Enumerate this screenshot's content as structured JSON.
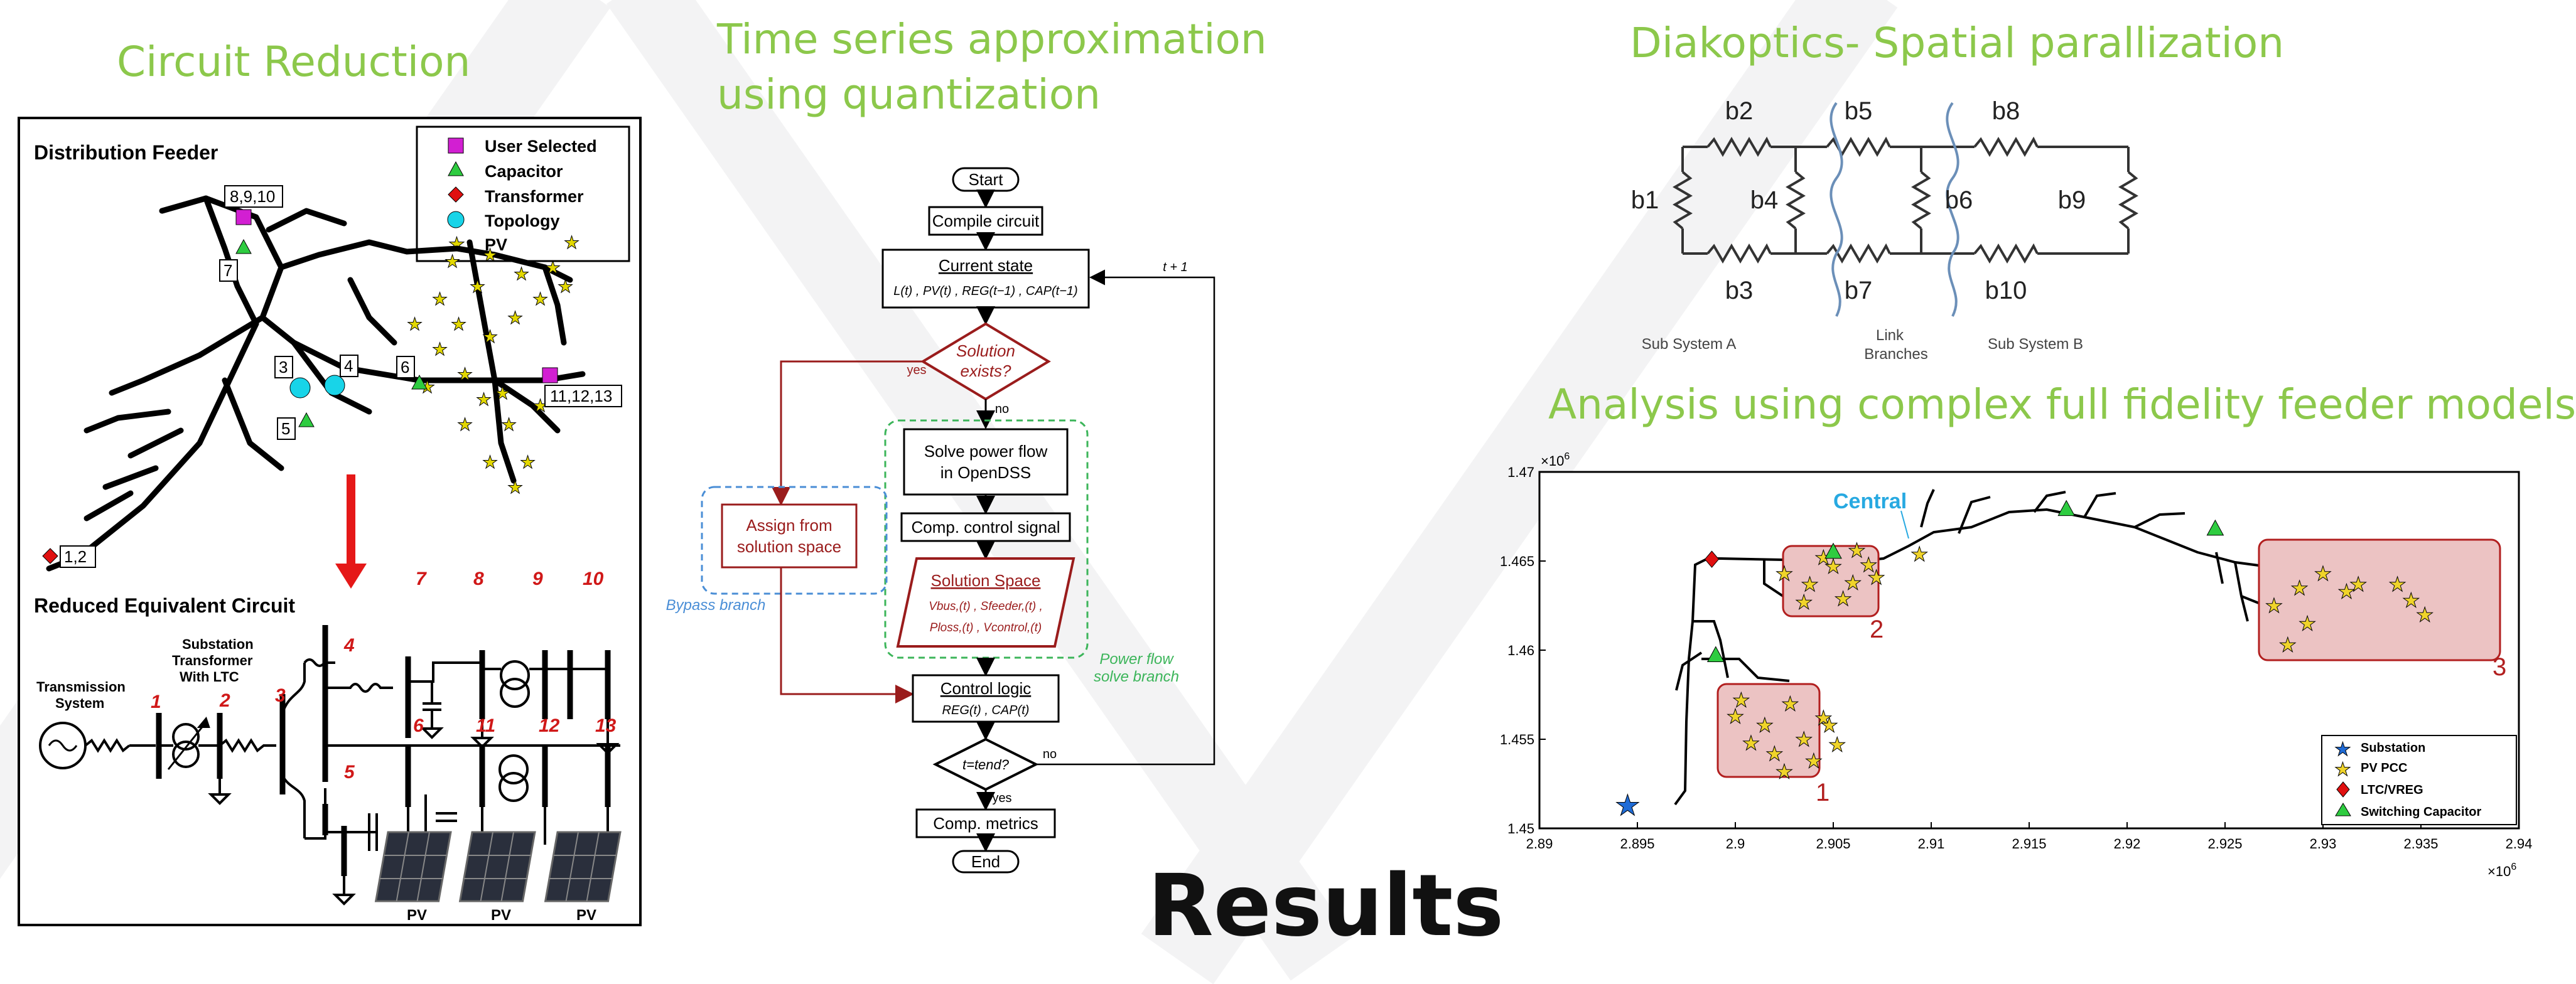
{
  "headings": {
    "circuit_reduction": "Circuit Reduction",
    "time_series_line1": "Time series approximation",
    "time_series_line2": "using quantization",
    "diakoptics": "Diakoptics- Spatial parallization",
    "analysis": "Analysis using complex full fidelity feeder models",
    "results": "Results"
  },
  "circuit": {
    "distribution_title": "Distribution Feeder",
    "legend": {
      "user_selected": "User Selected",
      "capacitor": "Capacitor",
      "transformer": "Transformer",
      "topology": "Topology",
      "pv": "PV"
    },
    "tags": {
      "t8910": "8,9,10",
      "t7": "7",
      "t3": "3",
      "t4": "4",
      "t5": "5",
      "t6": "6",
      "t111213": "11,12,13",
      "t12": "1,2"
    },
    "reduced_title": "Reduced Equivalent Circuit",
    "substation_label": "Substation Transformer With LTC",
    "transmission_label": "Transmission System",
    "nodes": [
      "1",
      "2",
      "3",
      "4",
      "5",
      "6",
      "7",
      "8",
      "9",
      "10",
      "11",
      "12",
      "13"
    ],
    "pv_label": "PV"
  },
  "flow": {
    "start": "Start",
    "compile": "Compile circuit",
    "current_state_title": "Current state",
    "current_state_vars": "L(t) , PV(t) , REG(t−1) , CAP(t−1)",
    "t_plus_1": "t + 1",
    "solution_exists_1": "Solution",
    "solution_exists_2": "exists?",
    "yes": "yes",
    "no": "no",
    "solve_pf_1": "Solve power flow",
    "solve_pf_2": "in OpenDSS",
    "comp_control": "Comp. control signal",
    "assign_1": "Assign from",
    "assign_2": "solution space",
    "bypass": "Bypass branch",
    "solution_space_title": "Solution Space",
    "ss_line1": "Vbus,(t) , Sfeeder,(t) ,",
    "ss_line2": "Ploss,(t) , Vcontrol,(t)",
    "pf_solve_1": "Power flow",
    "pf_solve_2": "solve branch",
    "control_logic_title": "Control logic",
    "control_logic_vars": "REG(t) , CAP(t)",
    "t_end": "t=tend?",
    "yes2": "yes",
    "no2": "no",
    "comp_metrics": "Comp. metrics",
    "end": "End"
  },
  "diakoptics": {
    "b1": "b1",
    "b2": "b2",
    "b3": "b3",
    "b4": "b4",
    "b5": "b5",
    "b6": "b6",
    "b7": "b7",
    "b8": "b8",
    "b9": "b9",
    "b10": "b10",
    "sub_a": "Sub System A",
    "link_1": "Link",
    "link_2": "Branches",
    "sub_b": "Sub System B"
  },
  "chart_data": {
    "type": "scatter",
    "title": "",
    "xlim": [
      2.89,
      2.94
    ],
    "ylim": [
      1.45,
      1.47
    ],
    "x_ticks": [
      "2.89",
      "2.895",
      "2.9",
      "2.905",
      "2.91",
      "2.915",
      "2.92",
      "2.925",
      "2.93",
      "2.935",
      "2.94"
    ],
    "y_ticks": [
      "1.45",
      "1.455",
      "1.46",
      "1.465",
      "1.47"
    ],
    "x_exponent": "×10⁶",
    "y_exponent": "×10⁶",
    "x_exponent_label": "6",
    "y_exponent_label": "6",
    "annotation_central": "Central",
    "regions": [
      "1",
      "2",
      "3"
    ],
    "legend": {
      "substation": "Substation",
      "pv_pcc": "PV PCC",
      "ltc_vreg": "LTC/VREG",
      "switching_capacitor": "Switching Capacitor"
    },
    "markers": {
      "substation": [
        [
          2.8945,
          1.4513
        ]
      ],
      "ltc_vreg": [
        [
          2.8988,
          1.4651
        ]
      ],
      "switching_capacitor": [
        [
          2.899,
          1.4597
        ],
        [
          2.905,
          1.4655
        ],
        [
          2.9169,
          1.4679
        ],
        [
          2.9245,
          1.4668
        ]
      ],
      "central_pv": [
        [
          2.9094,
          1.4654
        ]
      ],
      "pv_region1": [
        [
          2.9,
          1.4563
        ],
        [
          2.9015,
          1.4558
        ],
        [
          2.902,
          1.4542
        ],
        [
          2.9035,
          1.455
        ],
        [
          2.9045,
          1.4562
        ],
        [
          2.9028,
          1.457
        ],
        [
          2.9008,
          1.4548
        ],
        [
          2.904,
          1.4538
        ],
        [
          2.9052,
          1.4547
        ],
        [
          2.9003,
          1.4572
        ],
        [
          2.9025,
          1.4532
        ],
        [
          2.9048,
          1.4558
        ]
      ],
      "pv_region2": [
        [
          2.9025,
          1.4643
        ],
        [
          2.9038,
          1.4637
        ],
        [
          2.905,
          1.4647
        ],
        [
          2.906,
          1.4638
        ],
        [
          2.9068,
          1.4648
        ],
        [
          2.9055,
          1.4629
        ],
        [
          2.9035,
          1.4627
        ],
        [
          2.9045,
          1.4652
        ],
        [
          2.9062,
          1.4656
        ],
        [
          2.9072,
          1.4641
        ]
      ],
      "pv_region3": [
        [
          2.9275,
          1.4625
        ],
        [
          2.9288,
          1.4635
        ],
        [
          2.93,
          1.4643
        ],
        [
          2.9318,
          1.4637
        ],
        [
          2.9338,
          1.4637
        ],
        [
          2.9345,
          1.4628
        ],
        [
          2.9292,
          1.4615
        ],
        [
          2.9282,
          1.4603
        ],
        [
          2.9312,
          1.4633
        ],
        [
          2.9352,
          1.462
        ]
      ]
    }
  },
  "colors": {
    "heading_green": "#8cc84b",
    "flow_red": "#9a1c1c",
    "bypass_blue": "#4a8ed6",
    "solve_green": "#3cb55a",
    "tag_red": "#d01818",
    "region_fill": "#ecc3c3"
  }
}
